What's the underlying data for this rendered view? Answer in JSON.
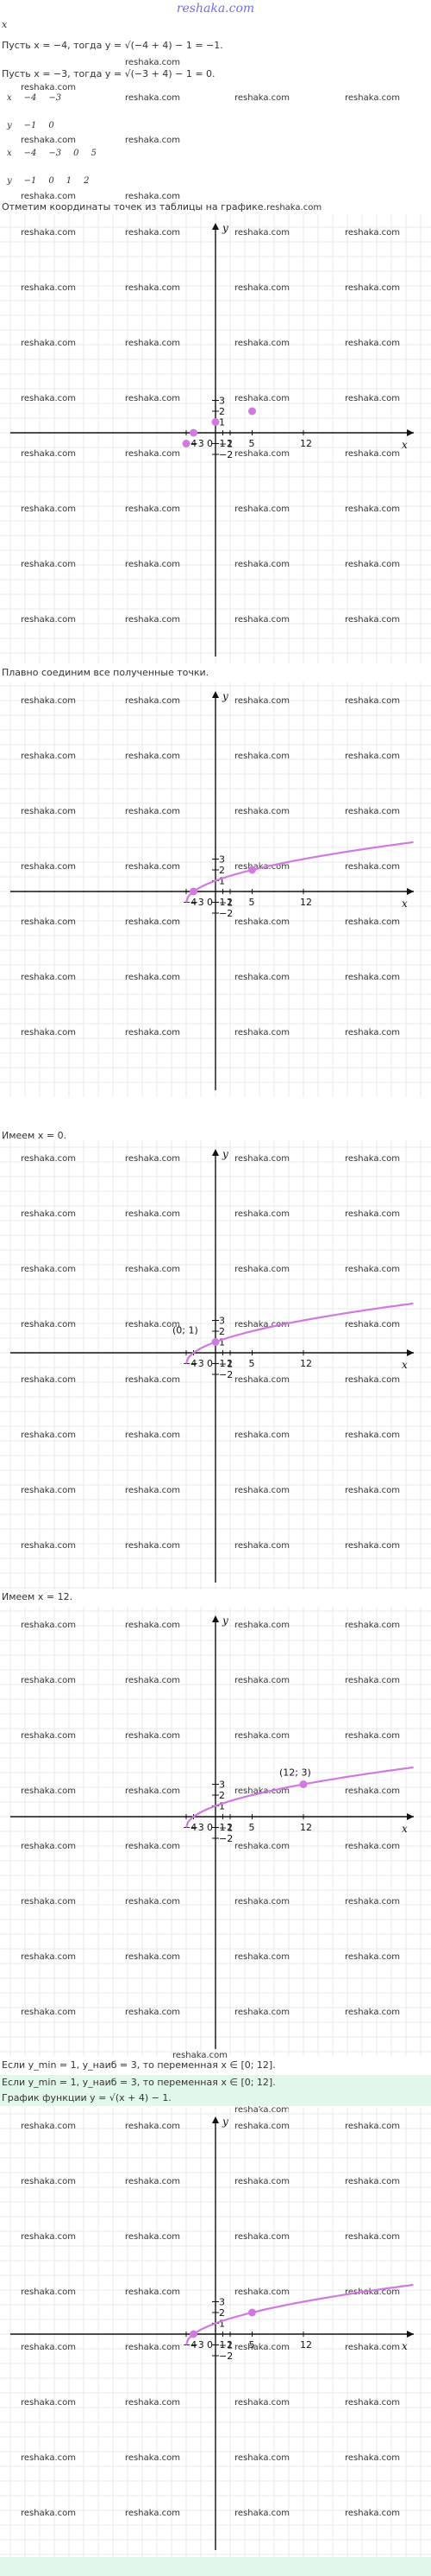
{
  "site_logo": "reshaka.com",
  "watermark": "reshaka.com",
  "text": {
    "x_label": "x",
    "line1": "Пусть x = −4, тогда y = √(−4 + 4) − 1 = −1.",
    "line2": "Пусть x = −3, тогда y = √(−3 + 4) − 1 = 0.",
    "mark_points": "Отметим координаты точек из таблицы на графике.",
    "connect": "Плавно соединим все полученные точки.",
    "have_x0": "Имеем x = 0.",
    "have_x12": "Имеем x = 12.",
    "if1": "Если y_min = 1, y_наиб = 3, то переменная x ∈ [0; 12].",
    "if2": "Если y_min = 1, y_наиб = 3, то переменная x ∈ [0; 12].",
    "graph_func": "График функции y = √(x + 4) − 1."
  },
  "table1": {
    "x": [
      "x",
      "−4",
      "−3"
    ],
    "y": [
      "y",
      "−1",
      "0"
    ]
  },
  "table2": {
    "x": [
      "x",
      "−4",
      "−3",
      "0",
      "5"
    ],
    "y": [
      "y",
      "−1",
      "0",
      "1",
      "2"
    ]
  },
  "axis": {
    "x_name": "x",
    "y_name": "y",
    "x_ticks": [
      "−4",
      "−3",
      "0",
      "1",
      "2",
      "5",
      "12"
    ],
    "y_ticks": [
      "3",
      "2",
      "1",
      "−1",
      "−2"
    ]
  },
  "colors": {
    "curve": "#d07ae0",
    "logo": "#6d6df2",
    "highlight": "#e2f8ea"
  },
  "graphs": [
    {
      "kind": "points",
      "points": [
        [
          -4,
          -1
        ],
        [
          -3,
          0
        ],
        [
          0,
          1
        ],
        [
          5,
          2
        ]
      ],
      "labels": []
    },
    {
      "kind": "curve",
      "points": [
        [
          -3,
          0
        ],
        [
          5,
          2
        ]
      ],
      "labels": []
    },
    {
      "kind": "curve",
      "points": [
        [
          0,
          1
        ]
      ],
      "labels": [
        {
          "text": "(0; 1)",
          "at": [
            0,
            1
          ]
        }
      ]
    },
    {
      "kind": "curve",
      "points": [
        [
          12,
          3
        ]
      ],
      "labels": [
        {
          "text": "(12; 3)",
          "at": [
            12,
            3
          ]
        }
      ]
    },
    {
      "kind": "curve",
      "points": [
        [
          -3,
          0
        ],
        [
          5,
          2
        ]
      ],
      "labels": []
    }
  ]
}
